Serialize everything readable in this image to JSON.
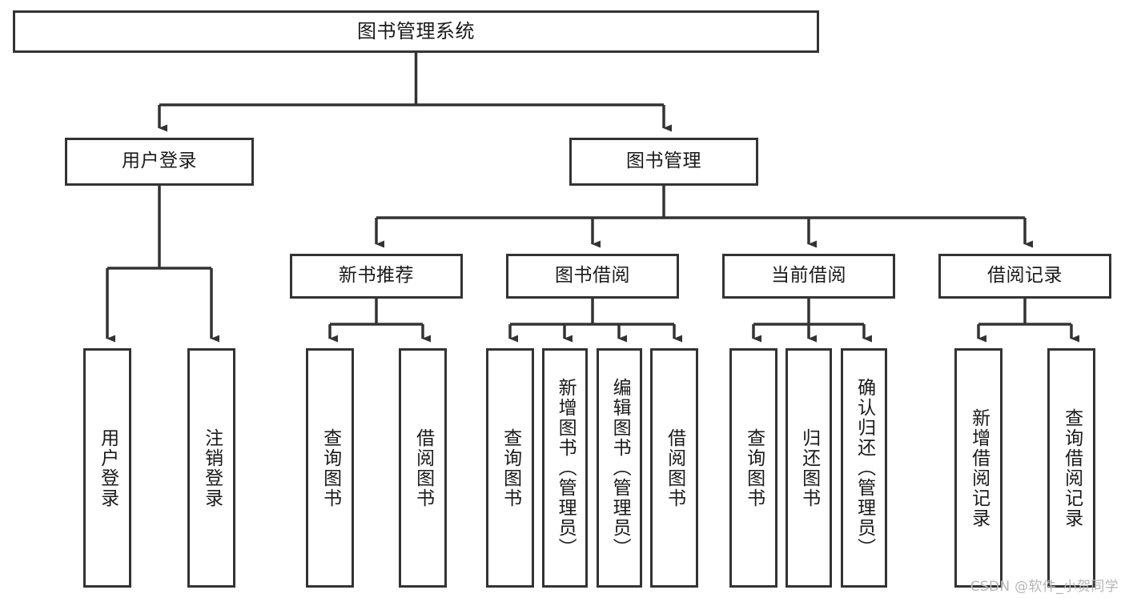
{
  "diagram": {
    "title": "图书管理系统",
    "type": "tree",
    "colors": {
      "border": "#333333",
      "fill": "#ffffff",
      "text": "#1a1a1a",
      "edge": "#333333",
      "watermark": "#b6b6b6"
    }
  },
  "watermark": {
    "text": "CSDN @软件_小贺同学"
  },
  "nodes": {
    "root": {
      "label": "图书管理系统"
    },
    "level2": [
      {
        "id": "user-login",
        "label": "用户登录"
      },
      {
        "id": "book-manage",
        "label": "图书管理"
      }
    ],
    "level3": [
      {
        "id": "new-book-recommend",
        "label": "新书推荐"
      },
      {
        "id": "book-borrow",
        "label": "图书借阅"
      },
      {
        "id": "current-borrow",
        "label": "当前借阅"
      },
      {
        "id": "borrow-record",
        "label": "借阅记录"
      }
    ],
    "leaves": {
      "user-login": [
        {
          "id": "leaf-user-login",
          "label": "用户登录"
        },
        {
          "id": "leaf-user-logout",
          "label": "注销登录"
        }
      ],
      "new-book-recommend": [
        {
          "id": "leaf-query-book-1",
          "label": "查询图书"
        },
        {
          "id": "leaf-borrow-book-1",
          "label": "借阅图书"
        }
      ],
      "book-borrow": [
        {
          "id": "leaf-query-book-2",
          "label": "查询图书"
        },
        {
          "id": "leaf-add-book",
          "label": "新增图书（管理员）"
        },
        {
          "id": "leaf-edit-book",
          "label": "编辑图书（管理员）"
        },
        {
          "id": "leaf-borrow-book-2",
          "label": "借阅图书"
        }
      ],
      "current-borrow": [
        {
          "id": "leaf-query-book-3",
          "label": "查询图书"
        },
        {
          "id": "leaf-return-book",
          "label": "归还图书"
        },
        {
          "id": "leaf-confirm-return",
          "label": "确认归还（管理员）"
        }
      ],
      "borrow-record": [
        {
          "id": "leaf-add-record",
          "label": "新增借阅记录"
        },
        {
          "id": "leaf-query-record",
          "label": "查询借阅记录"
        }
      ]
    }
  }
}
